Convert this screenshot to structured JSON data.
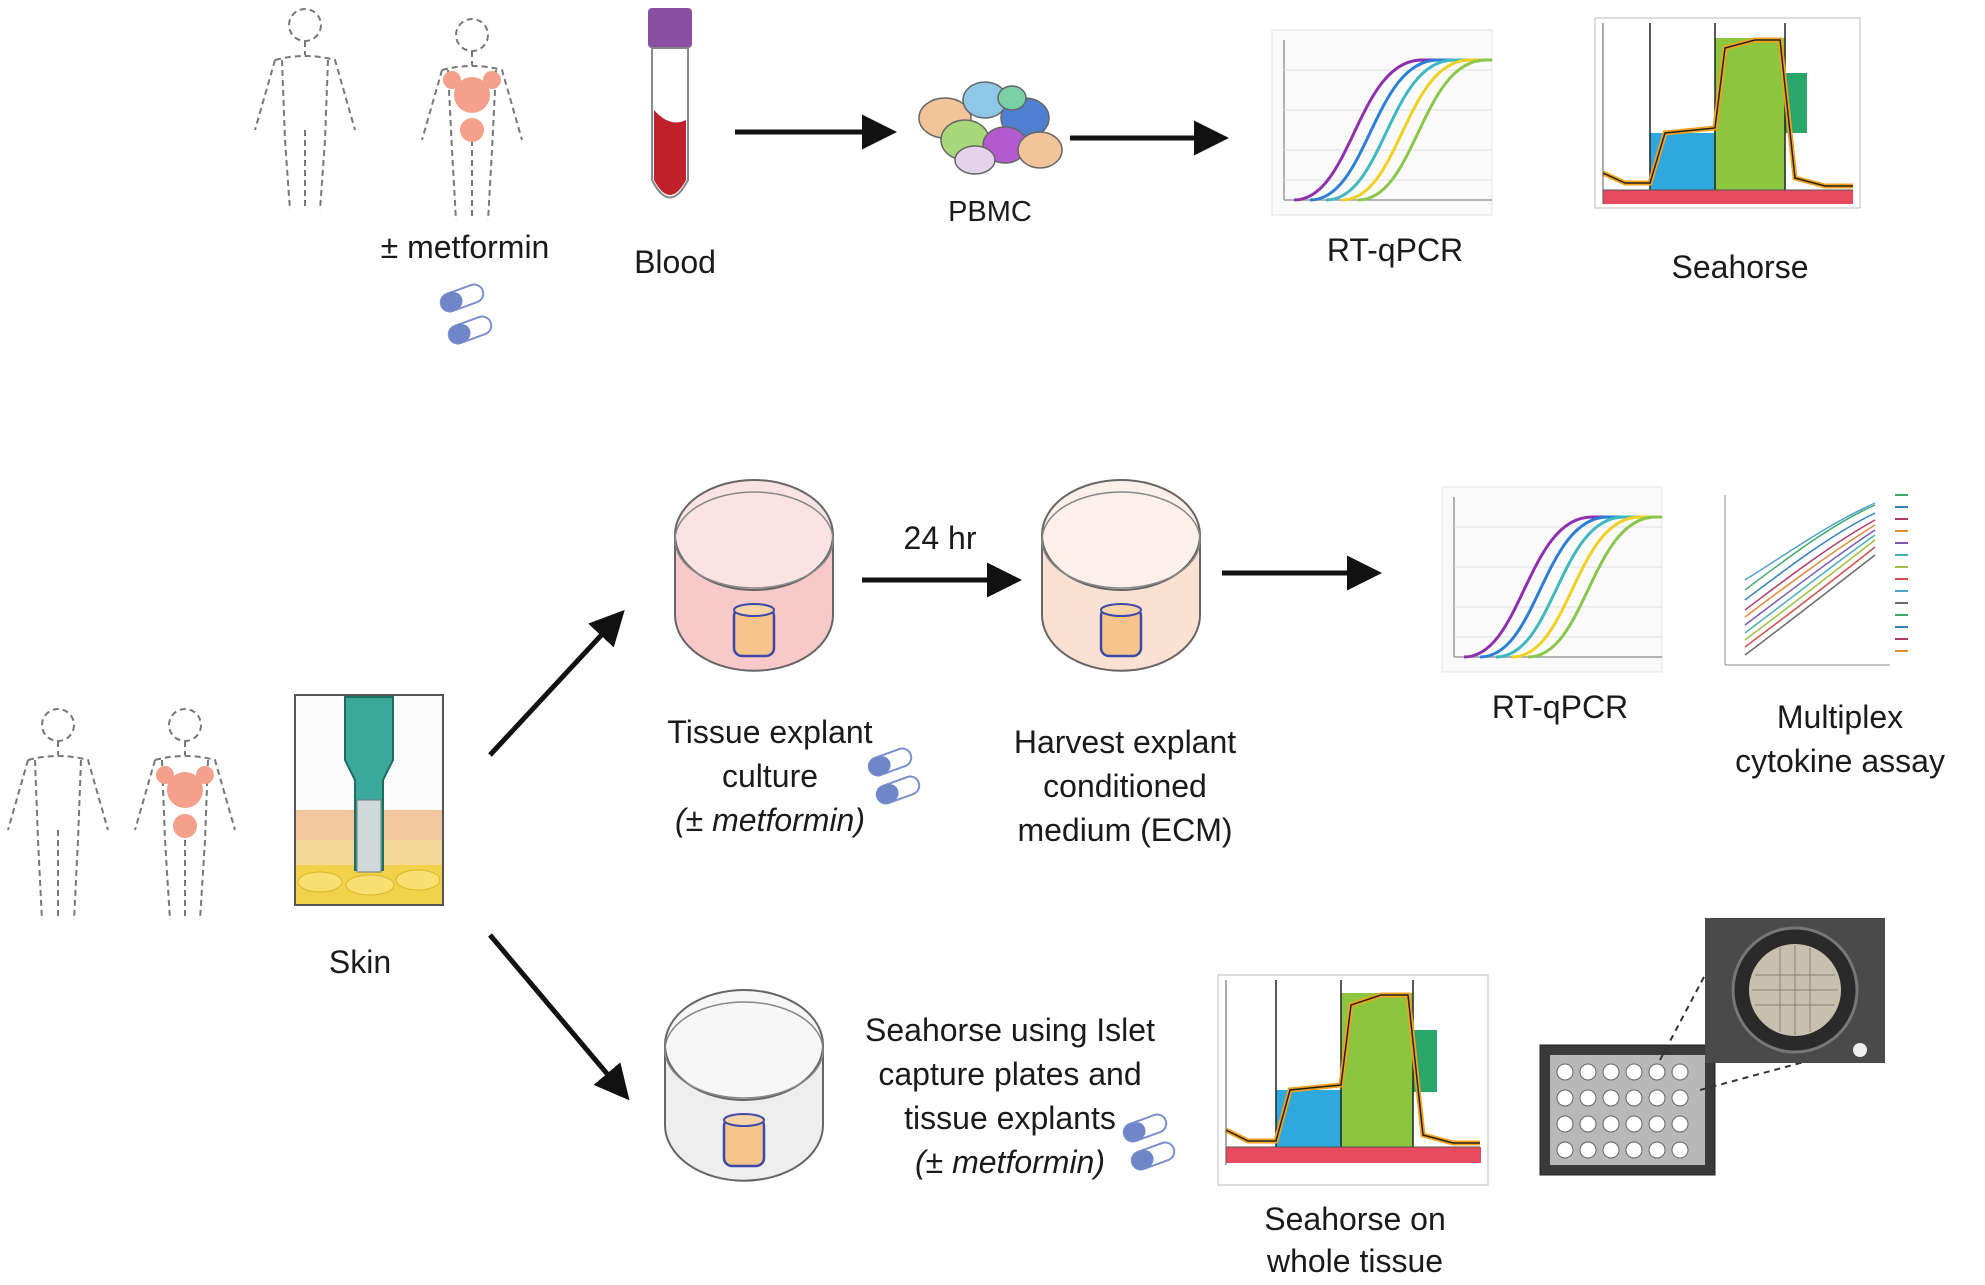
{
  "top_row": {
    "metformin_label": "± metformin",
    "blood_label": "Blood",
    "pbmc_label": "PBMC",
    "rtqpcr_label": "RT-qPCR",
    "seahorse_label": "Seahorse"
  },
  "bottom_section": {
    "skin_label": "Skin",
    "time_label": "24 hr",
    "explant_line1": "Tissue explant",
    "explant_line2": "culture",
    "explant_line3": "(± metformin)",
    "harvest_line1": "Harvest explant",
    "harvest_line2": "conditioned",
    "harvest_line3": "medium (ECM)",
    "rtqpcr_label": "RT-qPCR",
    "multiplex_line1": "Multiplex",
    "multiplex_line2": "cytokine assay",
    "seahorse_method_line1": "Seahorse using Islet",
    "seahorse_method_line2": "capture plates and",
    "seahorse_method_line3": "tissue explants",
    "seahorse_method_line4": "(± metformin)",
    "seahorse_tissue_line1": "Seahorse on",
    "seahorse_tissue_line2": "whole tissue"
  },
  "colors": {
    "arrow": "#111111",
    "organ_highlight": "#f4a08a",
    "dish_pink": "#f7c9c9",
    "dish_peach": "#fbe1d2",
    "dish_grey": "#eeeeee",
    "explant": "#f7c58b",
    "pill_blue": "#6f86c9"
  }
}
